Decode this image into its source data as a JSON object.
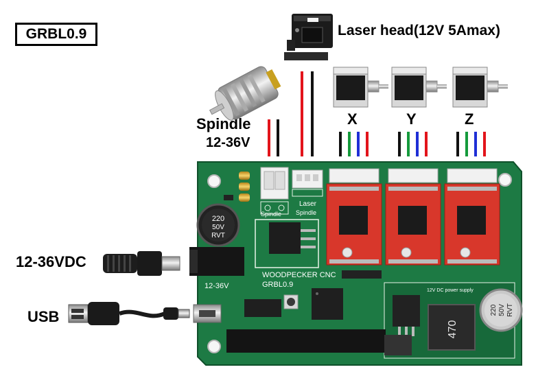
{
  "badge": "GRBL0.9",
  "laser_label": "Laser head(12V 5Amax)",
  "spindle_label": "Spindle",
  "spindle_voltage": "12-36V",
  "axes": [
    "X",
    "Y",
    "Z"
  ],
  "power_label": "12-36VDC",
  "usb_label": "USB",
  "board": {
    "brand_line1": "WOODPECKER CNC",
    "brand_line2": "GRBL0.9",
    "voltage_mark": "12-36V",
    "conn_spindle": "Spindle",
    "conn_laser": "Laser",
    "conn_laser_spindle": "Spindle",
    "cap_left": [
      "220",
      "50V",
      "RVT"
    ],
    "cap_right": [
      "220",
      "50V",
      "RVT"
    ],
    "inductor": "470",
    "psu_mark": "12V DC power supply"
  },
  "colors": {
    "board_green": "#1d7a44",
    "board_dark": "#11592f",
    "driver_red": "#d8372b",
    "wire_red": "#e2141b",
    "wire_black": "#111111",
    "wire_green": "#159a3c",
    "wire_blue": "#1f2fd6"
  }
}
